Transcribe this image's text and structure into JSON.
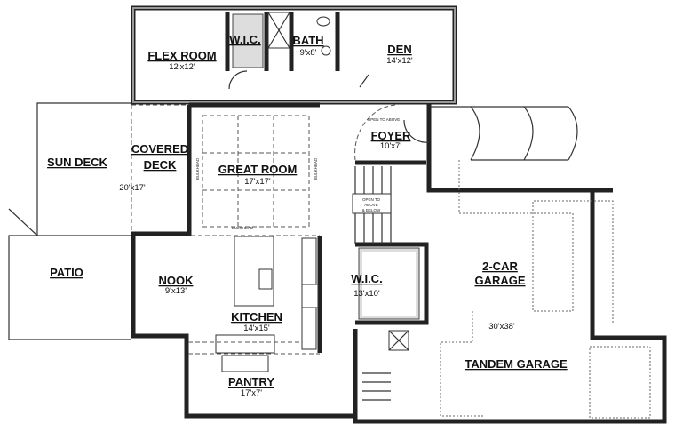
{
  "plan": {
    "rooms": {
      "flex_room": {
        "name": "FLEX ROOM",
        "size": "12'x12'"
      },
      "wic_upper": {
        "name": "W.I.C."
      },
      "bath": {
        "name": "BATH",
        "size": "9'x8'"
      },
      "den": {
        "name": "DEN",
        "size": "14'x12'"
      },
      "foyer": {
        "name": "FOYER",
        "size": "10'x7'"
      },
      "sun_deck": {
        "name": "SUN DECK"
      },
      "covered_deck": {
        "name_line1": "COVERED",
        "name_line2": "DECK",
        "size": "20'x17'"
      },
      "great_room": {
        "name": "GREAT ROOM",
        "size": "17'x17'"
      },
      "patio": {
        "name": "PATIO"
      },
      "nook": {
        "name": "NOOK",
        "size": "9'x13'"
      },
      "kitchen": {
        "name": "KITCHEN",
        "size": "14'x15'"
      },
      "wic_lower": {
        "name": "W.I.C.",
        "size": "13'x10'"
      },
      "pantry": {
        "name": "PANTRY",
        "size": "17'x7'"
      },
      "garage": {
        "name_line1": "2-CAR",
        "name_line2": "GARAGE",
        "size": "30'x38'"
      },
      "tandem_garage": {
        "name": "TANDEM GARAGE"
      }
    },
    "notes": {
      "bulkhead": "BULKHEAD",
      "open_to_above": "OPEN TO ABOVE",
      "open_above_below_1": "OPEN TO",
      "open_above_below_2": "ABOVE",
      "open_above_below_3": "& BELOW"
    }
  }
}
